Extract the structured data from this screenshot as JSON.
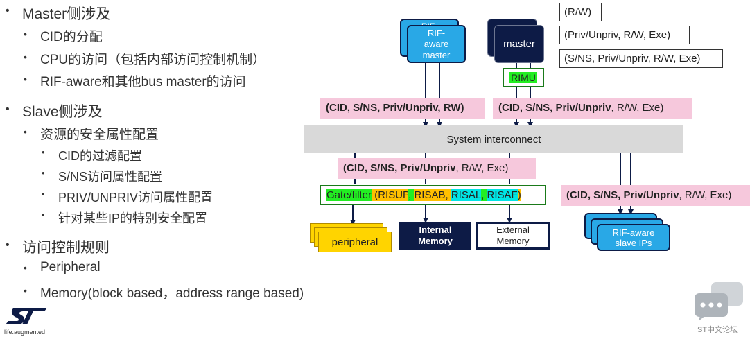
{
  "left_list": {
    "master_title": "Master侧涉及",
    "master_items": [
      "CID的分配",
      "CPU的访问（包括内部访问控制机制）",
      "RIF-aware和其他bus master的访问"
    ],
    "slave_title": "Slave侧涉及",
    "slave_sub": "资源的安全属性配置",
    "slave_items": [
      "CID的过滤配置",
      "S/NS访问属性配置",
      "PRIV/UNPRIV访问属性配置",
      "针对某些IP的特别安全配置"
    ],
    "rules_title": "访问控制规则",
    "rules_items": [
      "Peripheral",
      "Memory(block based，address range based)"
    ]
  },
  "legend": [
    "(R/W)",
    "(Priv/Unpriv, R/W, Exe)",
    "(S/NS, Priv/Unpriv, R/W, Exe)"
  ],
  "diagram": {
    "rif_master_back": "RIF-",
    "rif_master": "RIF-\naware\nmaster",
    "master": "master",
    "rimu": "RIMU",
    "pink1": "(CID, S/NS, Priv/Unpriv, RW)",
    "pink2_bold": "(CID, S/NS, Priv/Unpriv",
    "pink2_rest": ", R/W, Exe)",
    "interconnect": "System interconnect",
    "pink3_bold": "(CID, S/NS, Priv/Unpriv",
    "pink3_rest": ", R/W, Exe)",
    "gate_label": "Gate/filter",
    "gate_open": " (",
    "gate_items": [
      "RISUP",
      "RISAB",
      "RISAL",
      "RISAF"
    ],
    "gate_close": ")",
    "pink4_bold": "(CID, S/NS, Priv/Unpriv",
    "pink4_rest": ", R/W, Exe)",
    "peripheral": "peripheral",
    "internal_memory": "Internal\nMemory",
    "external_memory": "External\nMemory",
    "rif_slave": "RIF-aware\nslave IPs"
  },
  "logo": {
    "tagline": "life.augmented"
  },
  "watermark": {
    "text": "ST中文论坛"
  },
  "colors": {
    "pink": "#f6c8dc",
    "navy": "#0d1b46",
    "green": "#22ee22",
    "yellow": "#ffc000",
    "cyan": "#00e5e5",
    "blue": "#29a8e6"
  }
}
